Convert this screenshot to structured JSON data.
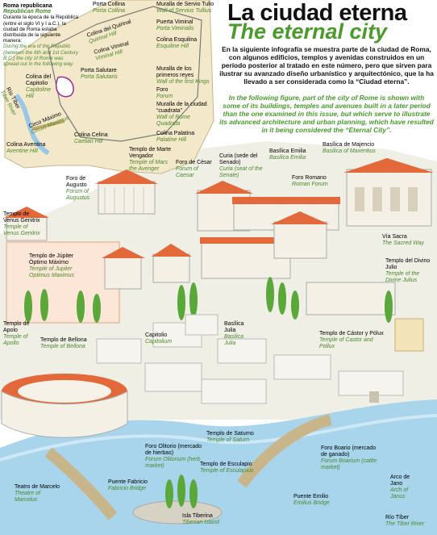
{
  "header": {
    "title_es": "La ciudad eterna",
    "title_en": "The eternal city",
    "intro_es": "En la siguiente infografía se muestra parte de la ciudad de Roma, con algunos edificios, templos y avenidas construidos en un período posterior al tratado en este número, pero que sirven para ilustrar su avanzado diseño urbanístico y arquitectónico, que la ha llevado a ser considerada como la “Ciudad eterna”.",
    "intro_en": "In the following figure, part of the city of Rome is shown with some of its buildings, temples and avenues built in a later period than the one examined in this issue, but which serve to illustrate its advanced architecture and urban planning, which have resulted in it being considered the “Eternal City”."
  },
  "inset": {
    "title_es": "Roma republicana",
    "title_en": "Republican Rome",
    "desc_es": "Durante la época de la República (entre el siglo VI y I a.C.), la ciudad de Roma estaba distribuida de la siguiente manera:",
    "desc_en": "During the era of the Republic (between the 6th and 1st Century B.C.) the city of Rome was spread out in the following way:",
    "hills": [
      {
        "es": "Porta Collina",
        "en": "Porta Collina"
      },
      {
        "es": "Colina del Quirinal",
        "en": "Quirinal Hill"
      },
      {
        "es": "Colina Viminal",
        "en": "Viminal Hill"
      },
      {
        "es": "Porta Salutare",
        "en": "Porta Salutaris"
      },
      {
        "es": "Colina del Capitolio",
        "en": "Capitoline Hill"
      },
      {
        "es": "Río Tíber",
        "en": "Tiber River"
      },
      {
        "es": "Circo Máximo",
        "en": "Circus Maximus"
      },
      {
        "es": "Colina Celina",
        "en": "Caelian Hill"
      },
      {
        "es": "Colina Aventina",
        "en": "Aventine Hill"
      }
    ],
    "legend": [
      {
        "es": "Muralla de Servio Tulio",
        "en": "Wall of Servius Tullius"
      },
      {
        "es": "Puerta Viminal",
        "en": "Porta Viminalis"
      },
      {
        "es": "Colina Esquilina",
        "en": "Esquiline Hill"
      },
      {
        "es": "Muralla de los primeros reyes",
        "en": "Wall of the first Kings"
      },
      {
        "es": "Foro",
        "en": "Forum"
      },
      {
        "es": "Muralla de la ciudad “cuadrata”",
        "en": "Wall of Rome Quadrata"
      },
      {
        "es": "Colina Palatina",
        "en": "Palatine Hill"
      }
    ]
  },
  "labels": [
    {
      "es": "Templo de Marte Vengador",
      "en": "Temple of Mars the Avenger"
    },
    {
      "es": "Foro de César",
      "en": "Forum of Caesar"
    },
    {
      "es": "Curia (sede del Senado)",
      "en": "Curia (seat of the Senate)"
    },
    {
      "es": "Basílica Emilia",
      "en": "Basilica Emilia"
    },
    {
      "es": "Basílica de Majencio",
      "en": "Basilica of Maxentius"
    },
    {
      "es": "Foro de Augusto",
      "en": "Forum of Augustus"
    },
    {
      "es": "Foro Romano",
      "en": "Roman Forum"
    },
    {
      "es": "Templo de Venus Genitrix",
      "en": "Temple of Venus Genitrix"
    },
    {
      "es": "Vía Sacra",
      "en": "The Sacred Way"
    },
    {
      "es": "Templo de Júpiter Óptimo Máximo",
      "en": "Temple of Jupiter Optimus Maximus"
    },
    {
      "es": "Templo del Divino Julio",
      "en": "Temple of the Divine Julius"
    },
    {
      "es": "Templo de Apolo",
      "en": "Temple of Apollo"
    },
    {
      "es": "Basílica Julia",
      "en": "Basilica Julia"
    },
    {
      "es": "Templo de Cástor y Pólux",
      "en": "Temple of Castor and Pollux"
    },
    {
      "es": "Capitolio",
      "en": "Capitolium"
    },
    {
      "es": "Templo de Bellona",
      "en": "Temple of Bellona"
    },
    {
      "es": "Templo de Saturno",
      "en": "Temple of Saturn"
    },
    {
      "es": "Foro Olitorio (mercado de hierbas)",
      "en": "Forum Olitorium (herb market)"
    },
    {
      "es": "Foro Boario (mercado de ganado)",
      "en": "Forum Boarium (cattle market)"
    },
    {
      "es": "Templo de Esculapio",
      "en": "Temple of Esculapius"
    },
    {
      "es": "Arco de Jano",
      "en": "Arch of Janus"
    },
    {
      "es": "Teatro de Marcelo",
      "en": "Theatre of Marcelus"
    },
    {
      "es": "Puente Fabricio",
      "en": "Fabricio Bridge"
    },
    {
      "es": "Puente Emilio",
      "en": "Emilius Bridge"
    },
    {
      "es": "Isla Tiberina",
      "en": "Tiberian Island"
    },
    {
      "es": "Río Tíber",
      "en": "The Tiber River"
    }
  ]
}
